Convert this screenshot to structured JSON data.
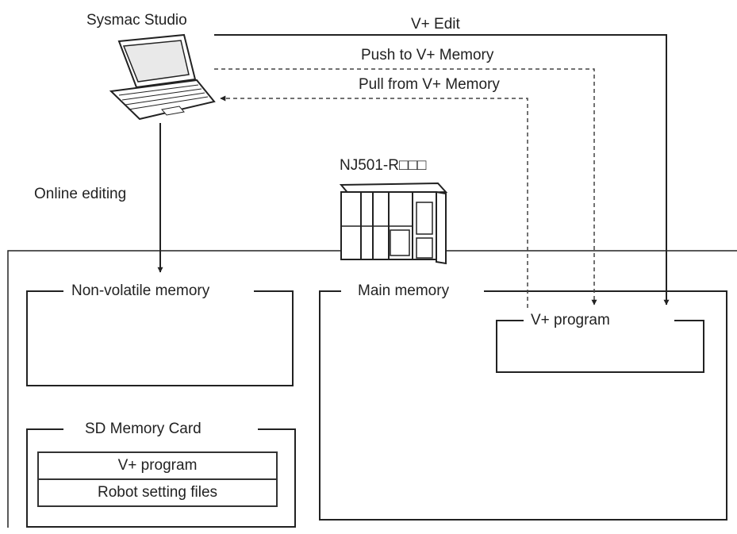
{
  "pc_label": "Sysmac Studio",
  "controller_label": "NJ501-R□□□",
  "arrows": {
    "edit": "V+ Edit",
    "push": "Push to V+ Memory",
    "pull": "Pull from V+ Memory",
    "online": "Online editing"
  },
  "boxes": {
    "nonvolatile": "Non-volatile memory",
    "sd_card": "SD Memory Card",
    "main": "Main memory",
    "vplus_main": "V+ program"
  },
  "sd_files": [
    "V+ program",
    "Robot setting files"
  ]
}
